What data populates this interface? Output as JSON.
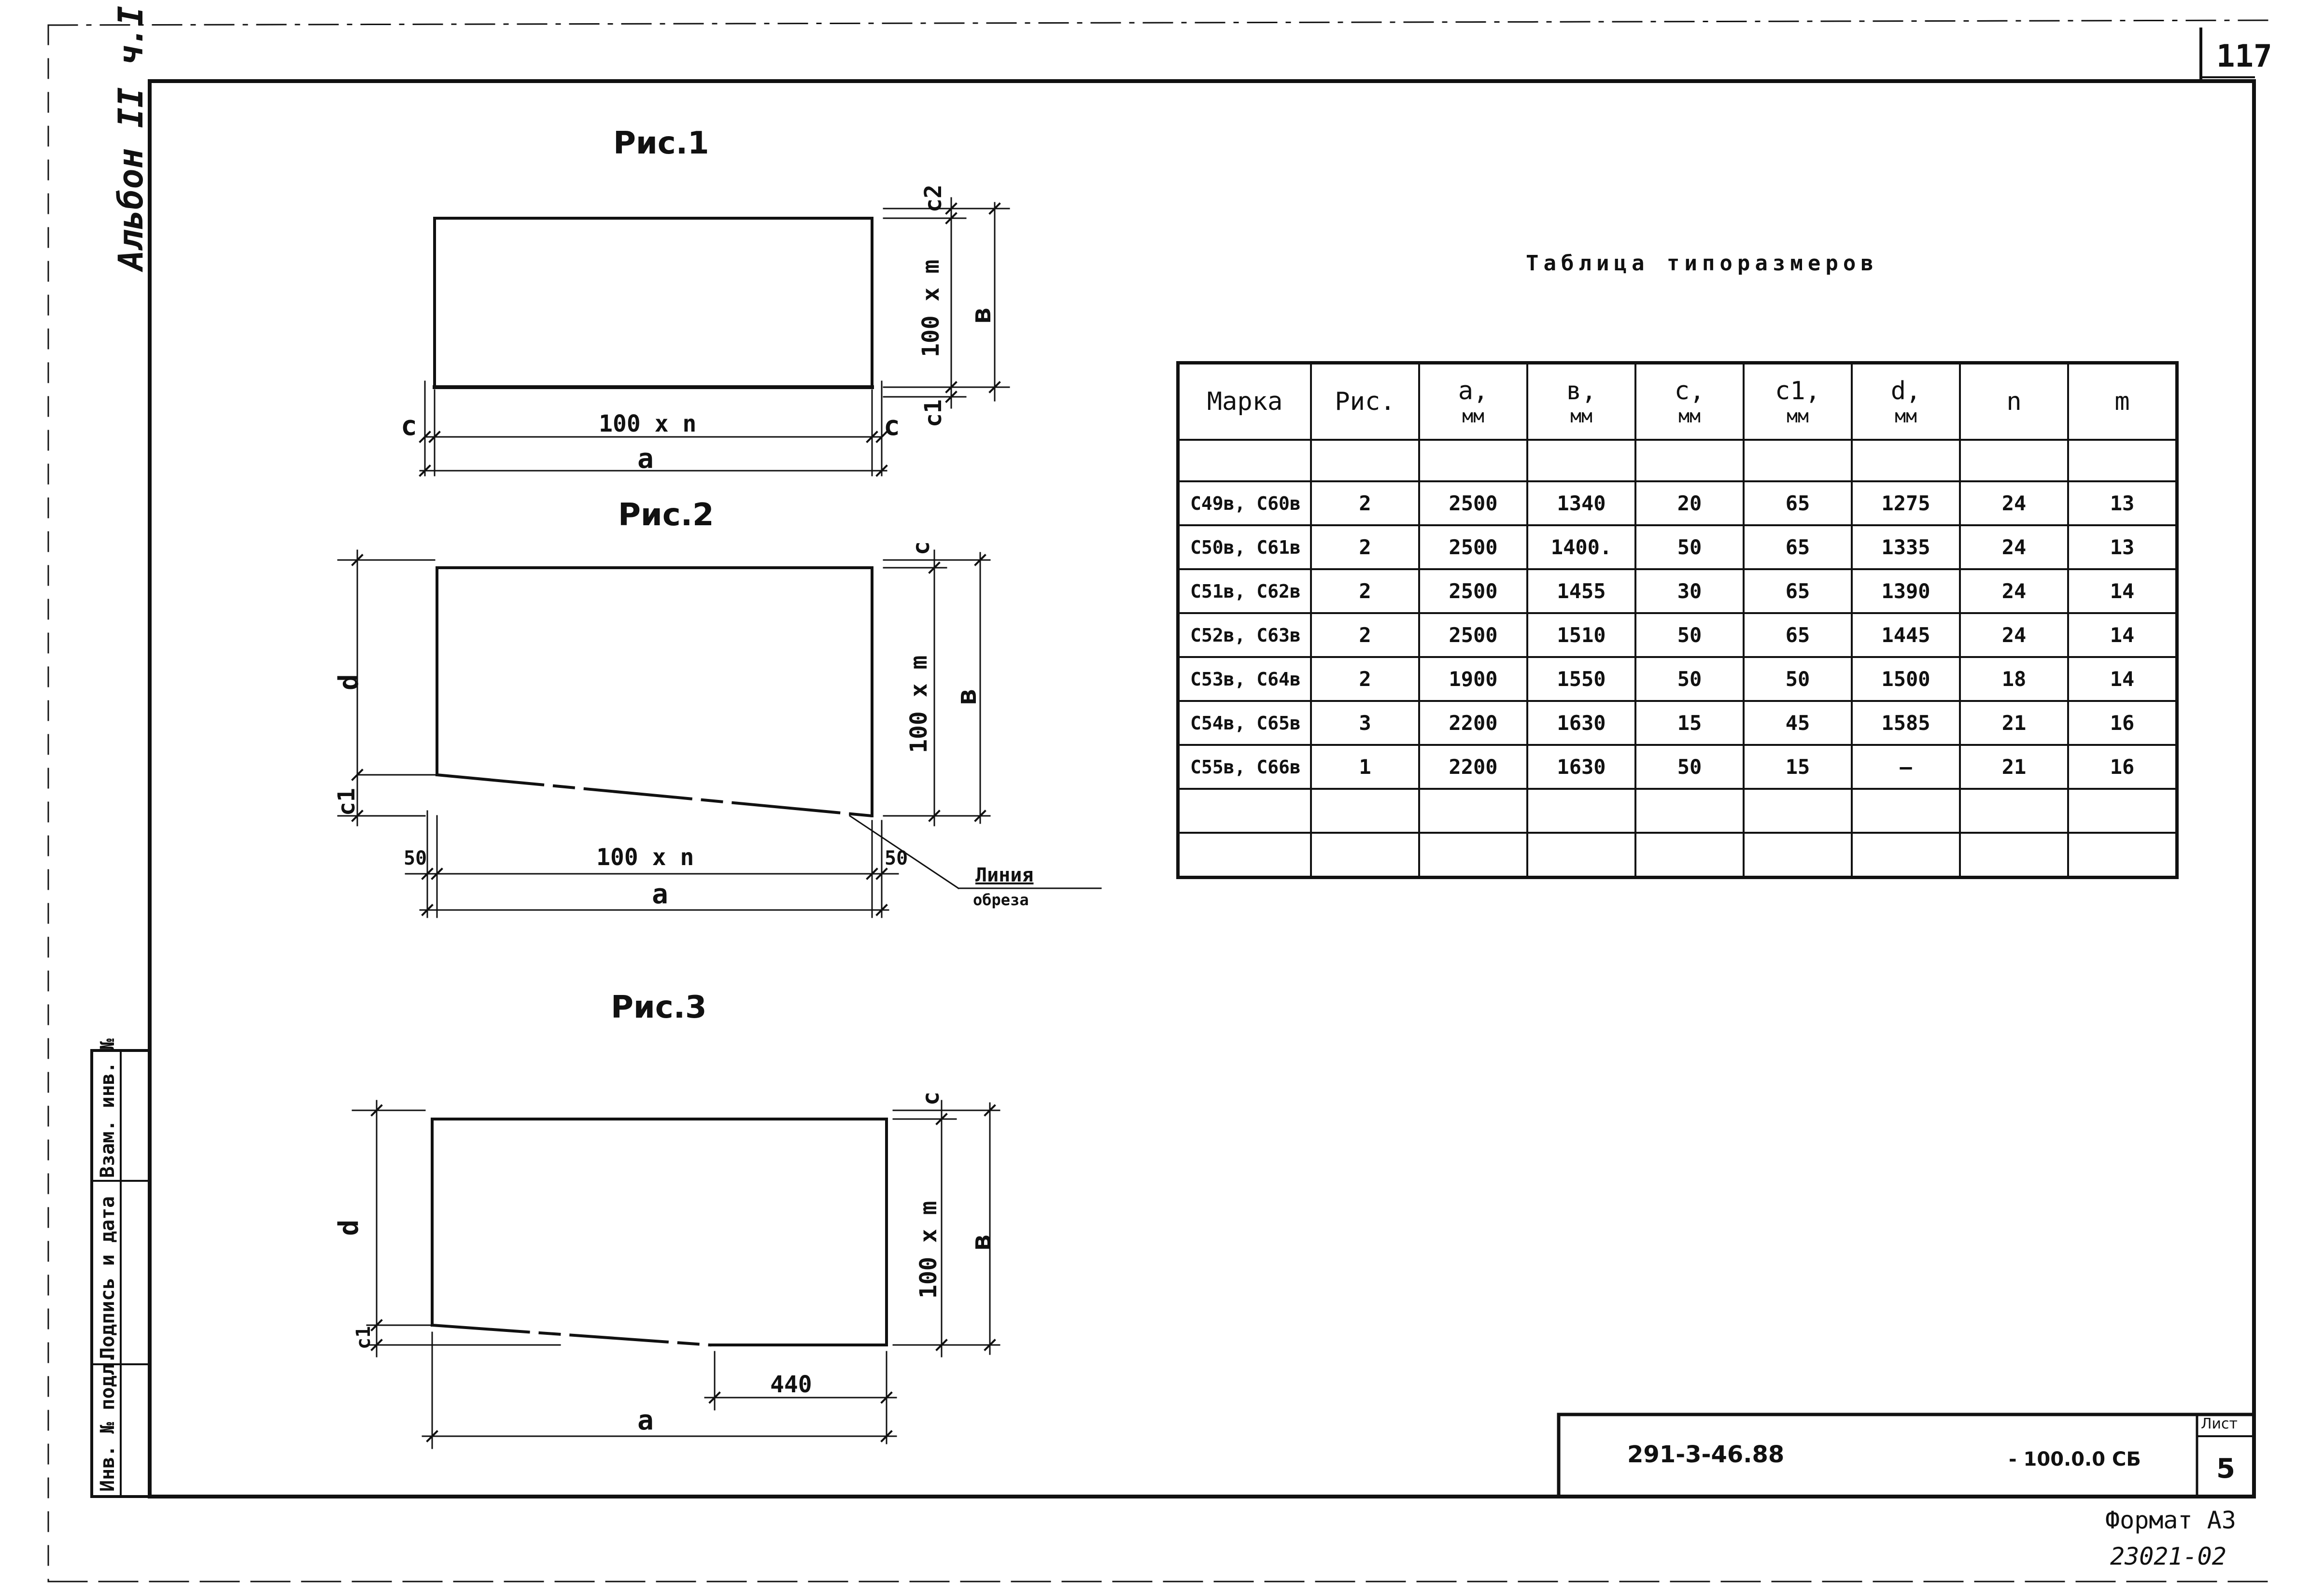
{
  "sheet": {
    "page_number": "117",
    "album_label": "Альбон II ч.I",
    "format": "Формат А3",
    "inventory_code": "23021-02"
  },
  "figures": {
    "fig1": {
      "title": "Рис.1",
      "dim_bottom": "100 x n",
      "dim_total": "a",
      "dim_c_left": "c",
      "dim_c_right": "c",
      "dim_c2": "c2",
      "dim_height": "100 x m",
      "dim_b": "в",
      "dim_c1": "c1"
    },
    "fig2": {
      "title": "Рис.2",
      "dim_d": "d",
      "dim_c1": "c1",
      "dim_c": "c",
      "dim_height": "100 x m",
      "dim_b": "в",
      "dim_50_left": "50",
      "dim_bottom": "100 x n",
      "dim_50_right": "50",
      "dim_total": "a",
      "cut_line_label_1": "Линия",
      "cut_line_label_2": "обреза"
    },
    "fig3": {
      "title": "Рис.3",
      "dim_d": "d",
      "dim_c1": "c1",
      "dim_c": "c",
      "dim_height": "100 x m",
      "dim_b": "в",
      "dim_440": "440",
      "dim_total": "a"
    }
  },
  "table": {
    "title": "Таблица типоразмеров",
    "headers": [
      {
        "label": "Марка",
        "unit": ""
      },
      {
        "label": "Рис.",
        "unit": ""
      },
      {
        "label": "a,",
        "unit": "мм"
      },
      {
        "label": "в,",
        "unit": "мм"
      },
      {
        "label": "c,",
        "unit": "мм"
      },
      {
        "label": "c1,",
        "unit": "мм"
      },
      {
        "label": "d,",
        "unit": "мм"
      },
      {
        "label": "n",
        "unit": ""
      },
      {
        "label": "m",
        "unit": ""
      }
    ],
    "rows": [
      [
        "C49в, C60в",
        "2",
        "2500",
        "1340",
        "20",
        "65",
        "1275",
        "24",
        "13"
      ],
      [
        "C50в, C61в",
        "2",
        "2500",
        "1400.",
        "50",
        "65",
        "1335",
        "24",
        "13"
      ],
      [
        "C51в, C62в",
        "2",
        "2500",
        "1455",
        "30",
        "65",
        "1390",
        "24",
        "14"
      ],
      [
        "C52в, C63в",
        "2",
        "2500",
        "1510",
        "50",
        "65",
        "1445",
        "24",
        "14"
      ],
      [
        "C53в, C64в",
        "2",
        "1900",
        "1550",
        "50",
        "50",
        "1500",
        "18",
        "14"
      ],
      [
        "C54в, C65в",
        "3",
        "2200",
        "1630",
        "15",
        "45",
        "1585",
        "21",
        "16"
      ],
      [
        "C55в, C66в",
        "1",
        "2200",
        "1630",
        "50",
        "15",
        "—",
        "21",
        "16"
      ]
    ]
  },
  "side_stamp": {
    "inv_original": "Инв. № подл.",
    "signature_date": "Подпись и дата",
    "replaced_inv": "Взам. инв. №"
  },
  "title_block": {
    "designation": "291-3-46.88",
    "code": "- 100.0.0 СБ",
    "sheet_label": "Лист",
    "sheet_number": "5"
  }
}
